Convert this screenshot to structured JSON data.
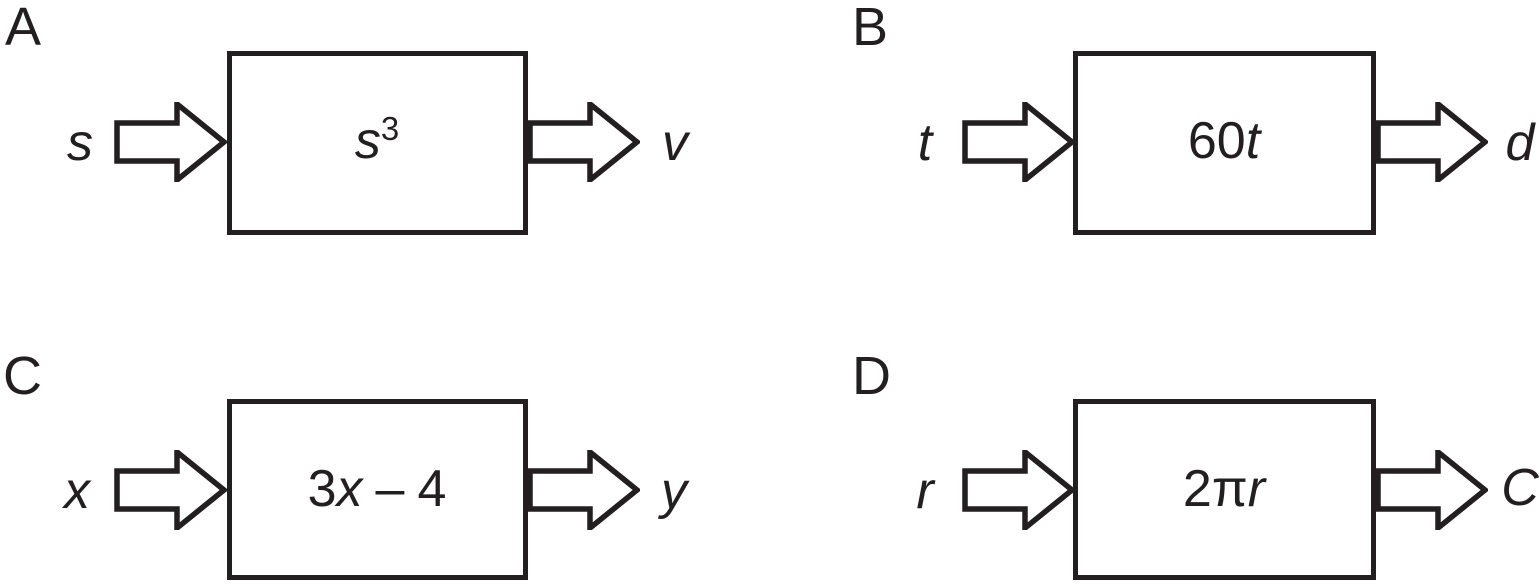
{
  "colors": {
    "ink": "#231f20",
    "background": "#ffffff"
  },
  "machines": [
    {
      "label": "A",
      "input": "s",
      "output": "v",
      "expression_text": "s³",
      "expression": {
        "var": "s",
        "sup": "3"
      }
    },
    {
      "label": "B",
      "input": "t",
      "output": "d",
      "expression_text": "60t",
      "expression": {
        "coef": "60",
        "var": "t"
      }
    },
    {
      "label": "C",
      "input": "x",
      "output": "y",
      "expression_text": "3x – 4",
      "expression": {
        "coef": "3",
        "var": "x",
        "op": "–",
        "const": "4"
      }
    },
    {
      "label": "D",
      "input": "r",
      "output": "C",
      "expression_text": "2πr",
      "expression": {
        "coef": "2",
        "pi": "π",
        "var": "r"
      }
    }
  ]
}
